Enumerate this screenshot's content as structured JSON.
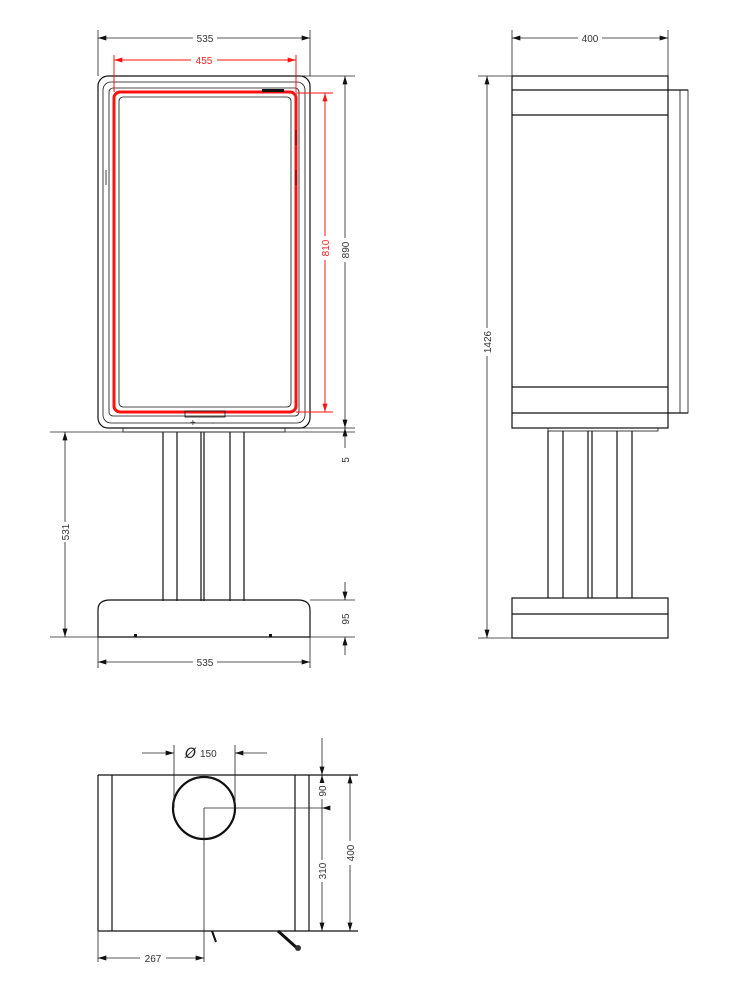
{
  "drawing": {
    "front_view": {
      "width_total": "535",
      "screen_width": "455",
      "height_head": "890",
      "screen_height": "810",
      "gap": "5",
      "stand_height": "531",
      "base_height": "95",
      "base_width": "535",
      "button_plus": "+",
      "button_minus": "-"
    },
    "side_view": {
      "depth": "400",
      "total_height": "1426"
    },
    "top_view": {
      "diameter_symbol": "Ø",
      "pillar_diameter": "150",
      "offset_top": "90",
      "offset_bottom": "310",
      "depth": "400",
      "offset_left": "267"
    },
    "colors": {
      "line": "#111111",
      "highlight": "#ff1010"
    }
  }
}
